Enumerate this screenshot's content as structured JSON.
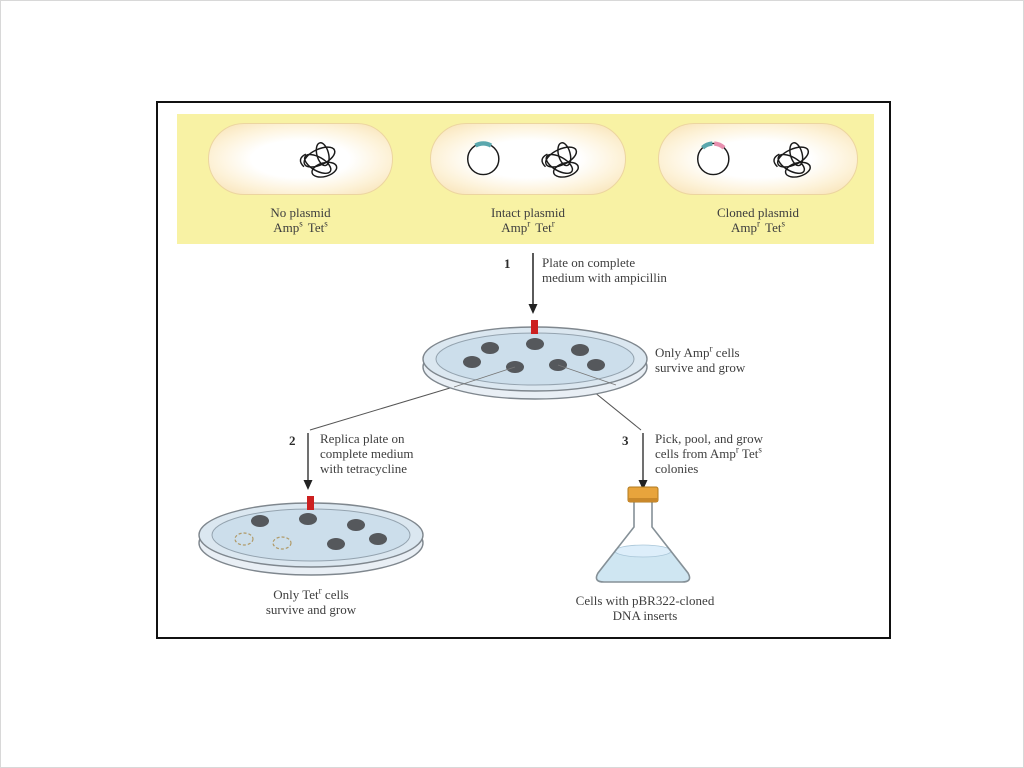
{
  "cells": [
    {
      "label": "No plasmid",
      "amp_base": "Amp",
      "amp_sup": "s",
      "tet_base": "Tet",
      "tet_sup": "s"
    },
    {
      "label": "Intact plasmid",
      "amp_base": "Amp",
      "amp_sup": "r",
      "tet_base": "Tet",
      "tet_sup": "r"
    },
    {
      "label": "Cloned plasmid",
      "amp_base": "Amp",
      "amp_sup": "r",
      "tet_base": "Tet",
      "tet_sup": "s"
    }
  ],
  "step1": {
    "num": "1",
    "line1": "Plate on complete",
    "line2": "medium with ampicillin"
  },
  "amp_plate": {
    "line1_pre": "Only Amp",
    "line1_sup": "r",
    "line1_post": " cells",
    "line2": "survive and grow"
  },
  "step2": {
    "num": "2",
    "line1": "Replica plate on",
    "line2": "complete medium",
    "line3": "with tetracycline"
  },
  "tet_plate": {
    "line1_pre": "Only Tet",
    "line1_sup": "r",
    "line1_post": " cells",
    "line2": "survive and grow"
  },
  "step3": {
    "num": "3",
    "line1": "Pick, pool, and grow",
    "line2_pre": "cells from Amp",
    "line2_sup1": "r",
    "line2_mid": " Tet",
    "line2_sup2": "s",
    "line3": "colonies"
  },
  "flask": {
    "line1": "Cells with pBR322-cloned",
    "line2": "DNA inserts"
  },
  "colors": {
    "band": "#f8f2a4",
    "cell_edge": "#f7dfae",
    "dish_agar": "#ccdeeb",
    "colony": "#55585c",
    "marker_red": "#cc2020",
    "flask_cap": "#e8a43c",
    "flask_liquid": "#cfe6f2",
    "plasmid_segment_teal": "#5aa7ad",
    "plasmid_insert_pink": "#e88fae"
  }
}
